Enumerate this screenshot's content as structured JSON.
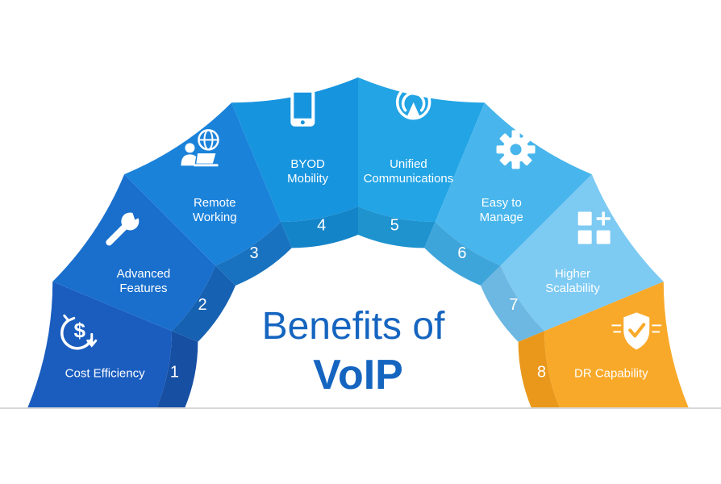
{
  "title": {
    "line1": "Benefits of",
    "line2": "VoIP"
  },
  "colors": {
    "title": "#1565c0",
    "baseline": "#d8d8d8"
  },
  "segments": [
    {
      "number": "1",
      "lines": [
        "Cost Efficiency"
      ],
      "icon": "dollar-refresh-icon",
      "color": "#1a5dbf",
      "inner": "#174fa3"
    },
    {
      "number": "2",
      "lines": [
        "Advanced",
        "Features"
      ],
      "icon": "wrench-icon",
      "color": "#1a6fcd",
      "inner": "#1761b2"
    },
    {
      "number": "3",
      "lines": [
        "Remote",
        "Working"
      ],
      "icon": "remote-worker-globe-icon",
      "color": "#1b82da",
      "inner": "#1872c0"
    },
    {
      "number": "4",
      "lines": [
        "BYOD",
        "Mobility"
      ],
      "icon": "smartphone-icon",
      "color": "#1794de",
      "inner": "#1484c8"
    },
    {
      "number": "5",
      "lines": [
        "Unified",
        "Communications"
      ],
      "icon": "broadcast-signal-icon",
      "color": "#22a4e5",
      "inner": "#1e93ce"
    },
    {
      "number": "6",
      "lines": [
        "Easy to",
        "Manage"
      ],
      "icon": "gear-icon",
      "color": "#48b6ec",
      "inner": "#3ea5da"
    },
    {
      "number": "7",
      "lines": [
        "Higher",
        "Scalability"
      ],
      "icon": "grid-plus-icon",
      "color": "#7dcaf3",
      "inner": "#6cb8e2"
    },
    {
      "number": "8",
      "lines": [
        "DR Capability"
      ],
      "icon": "shield-check-icon",
      "color": "#f9a929",
      "inner": "#e9981c"
    }
  ]
}
